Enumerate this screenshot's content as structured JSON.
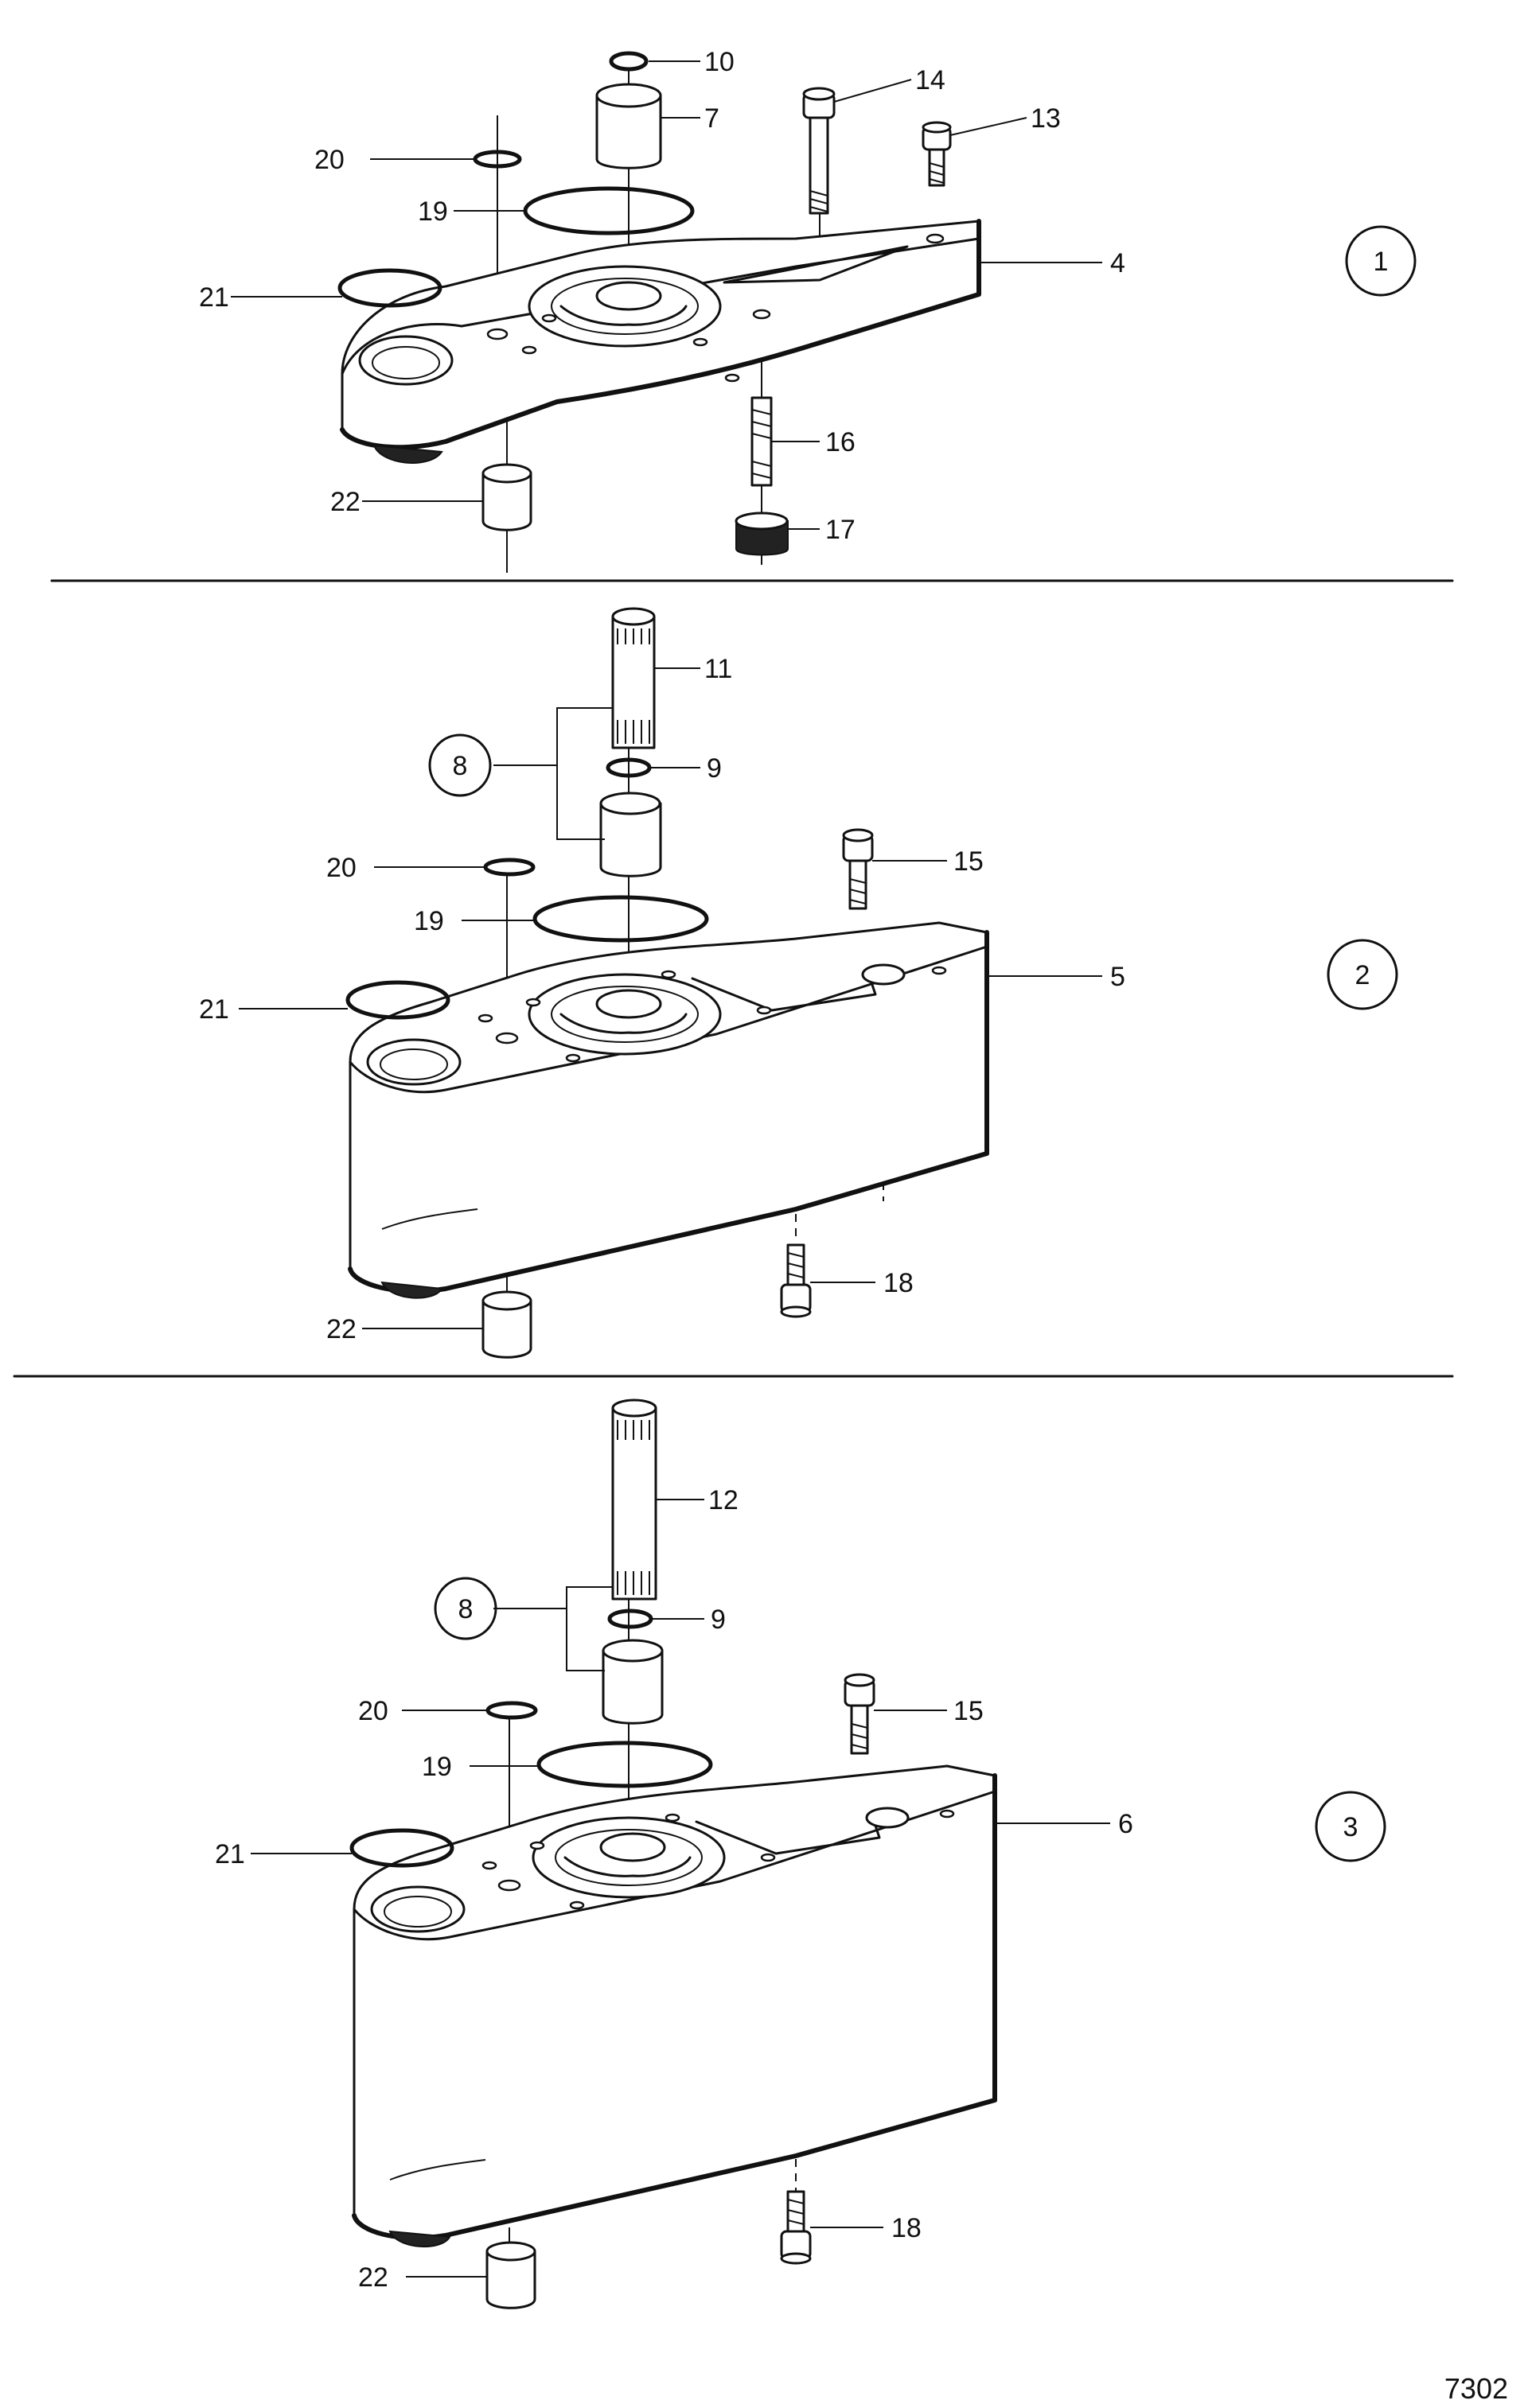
{
  "figure_number": "7302",
  "views": [
    {
      "view_number": "1",
      "labels": {
        "p10": "10",
        "p7": "7",
        "p14": "14",
        "p13": "13",
        "p20": "20",
        "p19": "19",
        "p21": "21",
        "p4": "4",
        "p16": "16",
        "p22": "22",
        "p17": "17"
      }
    },
    {
      "view_number": "2",
      "labels": {
        "p11": "11",
        "p8": "8",
        "p9": "9",
        "p20": "20",
        "p15": "15",
        "p19": "19",
        "p5": "5",
        "p21": "21",
        "p18": "18",
        "p22": "22"
      }
    },
    {
      "view_number": "3",
      "labels": {
        "p12": "12",
        "p8": "8",
        "p9": "9",
        "p20": "20",
        "p15": "15",
        "p19": "19",
        "p6": "6",
        "p21": "21",
        "p18": "18",
        "p22": "22"
      }
    }
  ]
}
